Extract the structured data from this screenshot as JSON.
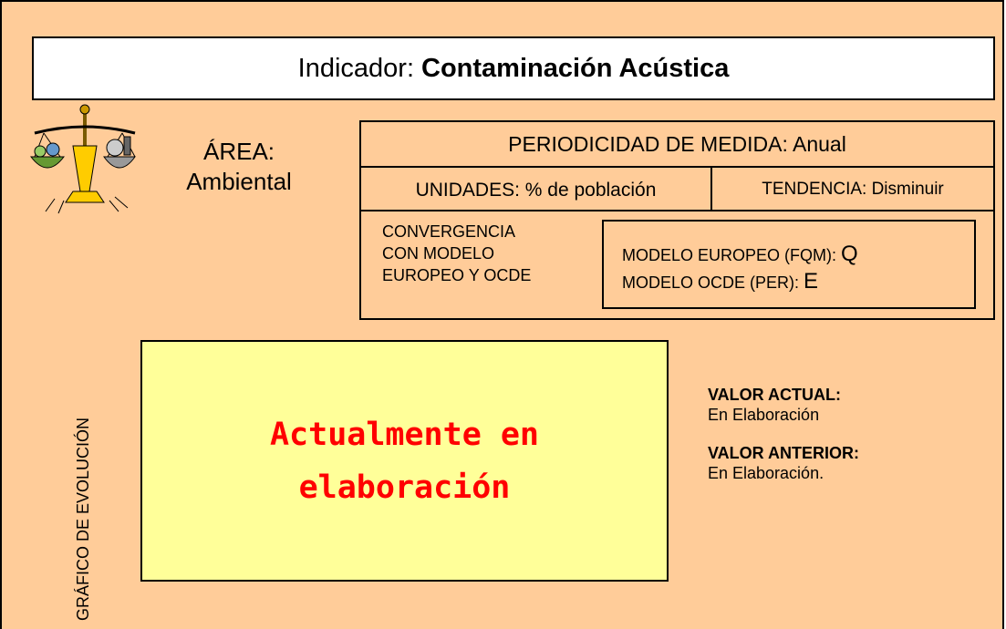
{
  "title": {
    "prefix": "Indicador:",
    "name": "Contaminación Acústica"
  },
  "area": {
    "label": "ÁREA:",
    "value": "Ambiental"
  },
  "info": {
    "periodicidad": "PERIODICIDAD DE MEDIDA: Anual",
    "unidades": "UNIDADES: % de población",
    "tendencia": "TENDENCIA: Disminuir",
    "convergencia": [
      "CONVERGENCIA",
      "CON MODELO",
      "EUROPEO Y OCDE"
    ],
    "modelo_europeo_label": "MODELO EUROPEO (FQM):",
    "modelo_europeo_value": "Q",
    "modelo_ocde_label": "MODELO OCDE (PER):",
    "modelo_ocde_value": "E"
  },
  "grafico": {
    "axis_label": "GRÁFICO DE EVOLUCIÓN",
    "message_line1": "Actualmente en",
    "message_line2": "elaboración"
  },
  "valores": {
    "actual_label": "VALOR ACTUAL:",
    "actual_value": "En Elaboración",
    "anterior_label": "VALOR ANTERIOR:",
    "anterior_value": "En Elaboración."
  },
  "colors": {
    "background": "#ffcc99",
    "chart_bg": "#ffff99",
    "message": "#ff0000"
  },
  "icons": {
    "logo": "scales-justice-icon"
  }
}
